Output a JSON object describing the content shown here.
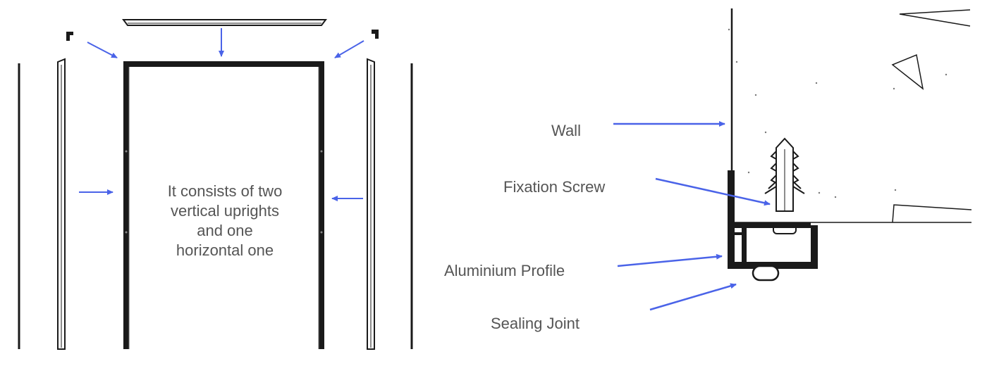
{
  "left_panel": {
    "description_lines": [
      "It consists of two",
      "vertical uprights",
      "and one",
      "horizontal one"
    ]
  },
  "right_panel": {
    "labels": {
      "wall": "Wall",
      "fixation_screw": "Fixation Screw",
      "aluminium_profile": "Aluminium Profile",
      "sealing_joint": "Sealing Joint"
    }
  },
  "colors": {
    "arrow": "#4a63e8",
    "line": "#1a1a1a",
    "text": "#555555"
  }
}
